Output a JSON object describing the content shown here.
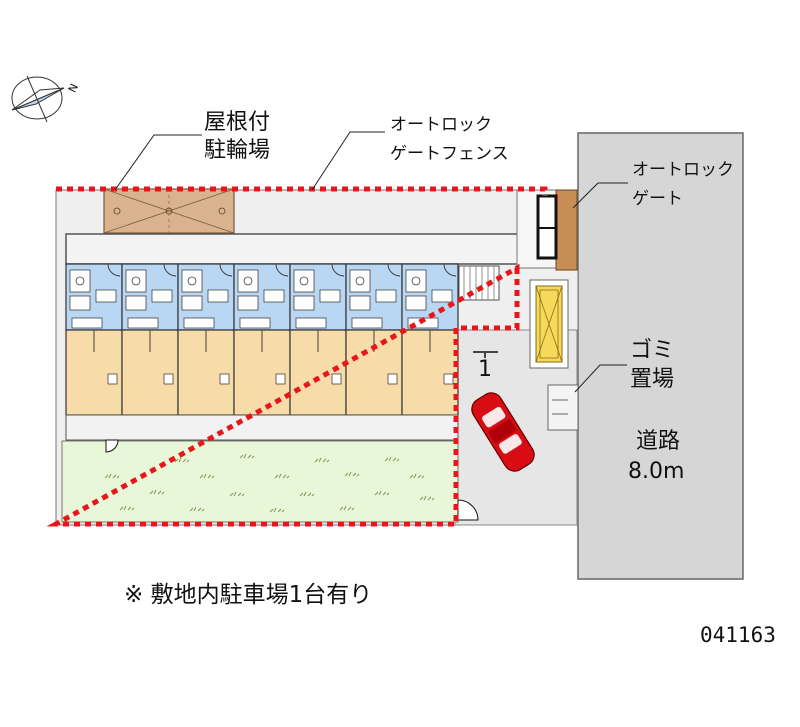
{
  "labels": {
    "bike_roof_line1": "屋根付",
    "bike_roof_line2": "駐輪場",
    "fence_line1": "オートロック",
    "fence_line2": "ゲートフェンス",
    "gate_line1": "オートロック",
    "gate_line2": "ゲート",
    "garbage_line1": "ゴミ",
    "garbage_line2": "置場",
    "road_line1": "道路",
    "road_line2": "8.0m",
    "parking_number": "1",
    "note": "※ 敷地内駐車場1台有り",
    "code": "041163",
    "compass_letter": "N"
  },
  "units": {
    "count": 7
  },
  "colors": {
    "boundary": "#e8161b",
    "unit_blue": "#b9d6f2",
    "unit_tan": "#f7dcaa",
    "lawn": "#e8f7d7",
    "road": "#d6d6d6",
    "bike": "#d9b38d",
    "car": "#d80d14",
    "garbage": "#f6d85a"
  }
}
